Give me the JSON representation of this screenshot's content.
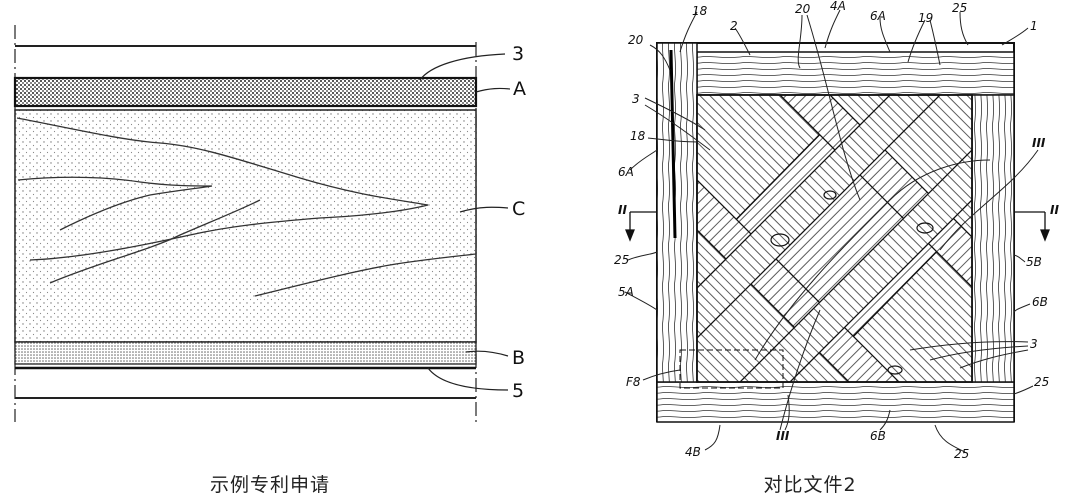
{
  "left_figure": {
    "caption": "示例专利申请",
    "labels": {
      "l3": "3",
      "lA": "A",
      "lC": "C",
      "lB": "B",
      "l5": "5"
    }
  },
  "right_figure": {
    "caption": "对比文件2",
    "labels": {
      "n18a": "18",
      "n20a": "20",
      "n4A": "4A",
      "n6Aa": "6A",
      "n19": "19",
      "n25a": "25",
      "n1": "1",
      "n20b": "20",
      "n2": "2",
      "n3a": "3",
      "n18b": "18",
      "n6Ab": "6A",
      "nIIIa": "III",
      "nIIa": "II",
      "nIIb": "II",
      "n25b": "25",
      "n5B": "5B",
      "n5A": "5A",
      "n6B": "6B",
      "n3b": "3",
      "nF8": "F8",
      "n25c": "25",
      "n4B": "4B",
      "nIIIb": "III",
      "n6Bb": "6B",
      "n25d": "25"
    }
  }
}
